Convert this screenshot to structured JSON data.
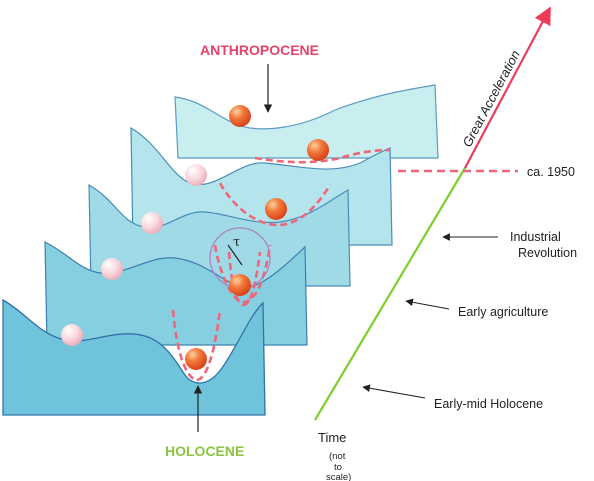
{
  "labels": {
    "anthropocene": "ANTHROPOCENE",
    "holocene": "HOLOCENE",
    "great_acceleration": "Great Acceleration",
    "ca_1950": "ca. 1950",
    "industrial_revolution_1": "Industrial",
    "industrial_revolution_2": "Revolution",
    "early_agriculture": "Early agriculture",
    "early_mid_holocene": "Early-mid Holocene",
    "time": "Time",
    "not_to_scale_1": "(not",
    "not_to_scale_2": "to",
    "not_to_scale_3": "scale)",
    "tau": "τ"
  },
  "colors": {
    "anthropocene_red": "#e8426a",
    "holocene_green": "#8ac43f",
    "timeline_green": "#7ccf2a",
    "accel_red": "#ee3a5a",
    "dashed_pink": "#f0657a",
    "ball_orange": "#f07030",
    "ball_pale": "#f6c8d0",
    "panel_fill_front": "#6fc4dc",
    "panel_fill_back": "#c8eef0",
    "panel_edge": "#3a78a8"
  }
}
